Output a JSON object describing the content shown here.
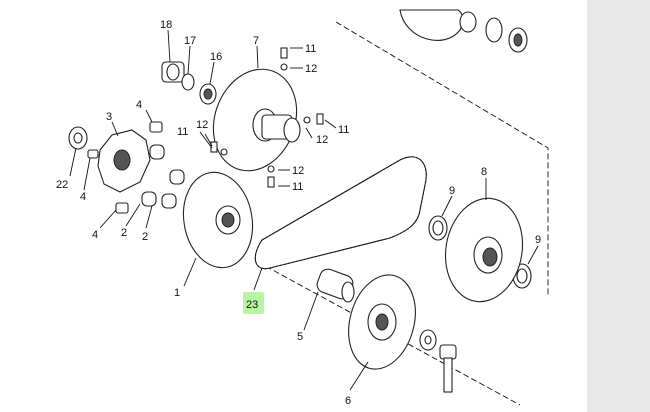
{
  "diagram": {
    "callouts": [
      {
        "id": "c18",
        "text": "18"
      },
      {
        "id": "c17",
        "text": "17"
      },
      {
        "id": "c16",
        "text": "16"
      },
      {
        "id": "c7",
        "text": "7"
      },
      {
        "id": "c11a",
        "text": "11"
      },
      {
        "id": "c12a",
        "text": "12"
      },
      {
        "id": "c3",
        "text": "3"
      },
      {
        "id": "c4a",
        "text": "4"
      },
      {
        "id": "c12b",
        "text": "12"
      },
      {
        "id": "c11b",
        "text": "11"
      },
      {
        "id": "c11c",
        "text": "11"
      },
      {
        "id": "c12c",
        "text": "12"
      },
      {
        "id": "c22",
        "text": "22"
      },
      {
        "id": "c4b",
        "text": "4"
      },
      {
        "id": "c12d",
        "text": "12"
      },
      {
        "id": "c11d",
        "text": "11"
      },
      {
        "id": "c8",
        "text": "8"
      },
      {
        "id": "c9a",
        "text": "9"
      },
      {
        "id": "c4c",
        "text": "4"
      },
      {
        "id": "c2a",
        "text": "2"
      },
      {
        "id": "c2b",
        "text": "2"
      },
      {
        "id": "c9b",
        "text": "9"
      },
      {
        "id": "c1",
        "text": "1"
      },
      {
        "id": "c23",
        "text": "23",
        "highlight": "#b8f5a0"
      },
      {
        "id": "c5",
        "text": "5"
      },
      {
        "id": "c6",
        "text": "6"
      }
    ]
  }
}
